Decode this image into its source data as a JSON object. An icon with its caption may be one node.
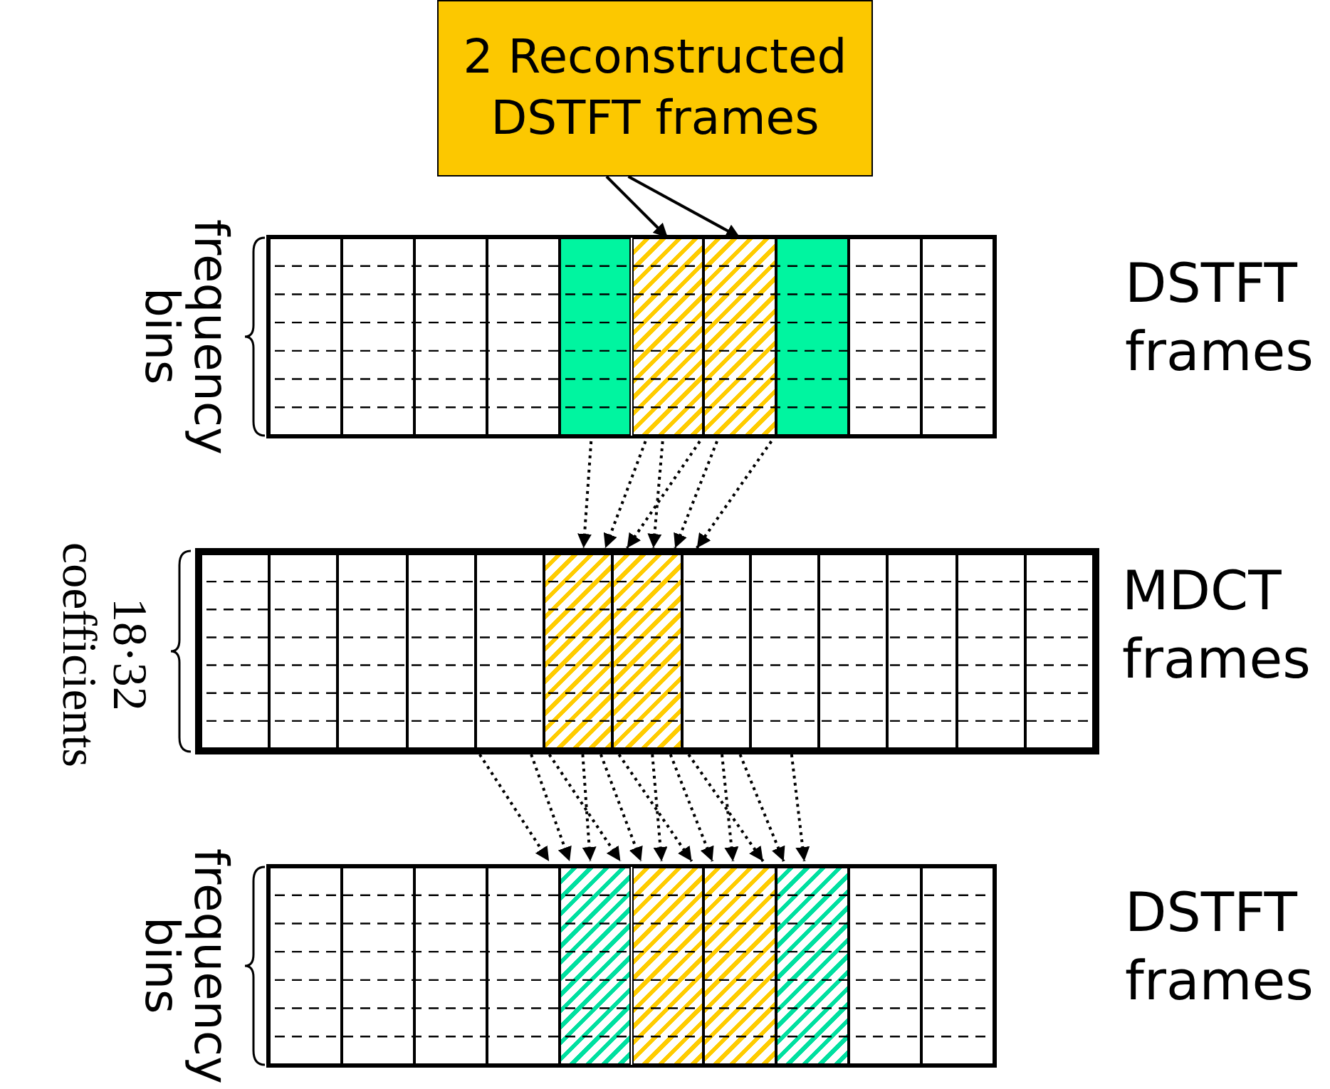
{
  "diagram": {
    "nodes": [
      {
        "text": [
          "2 Reconstructed DSTFT frames"
        ]
      },
      {
        "text": [],
        "shape": "box",
        "beside": [
          "frequency bins",
          "DSTFT frames"
        ]
      },
      {
        "text": [],
        "shape": "bar",
        "in": 1
      },
      {
        "text": [],
        "shape": "bar",
        "in": 1
      },
      {
        "text": [],
        "shape": "bar",
        "in": 1
      },
      {
        "text": [],
        "shape": "bar",
        "in": 1
      },
      {
        "text": [],
        "shape": "bar",
        "in": 1
      },
      {
        "text": [],
        "shape": "bar",
        "in": 1
      },
      {
        "text": [],
        "shape": "bar",
        "in": 1
      },
      {
        "text": [],
        "shape": "bar",
        "in": 1
      },
      {
        "text": [],
        "shape": "bar",
        "in": 1
      },
      {
        "text": [],
        "shape": "bar",
        "in": 1
      },
      {
        "text": [],
        "shape": "box",
        "beside": [
          "18·32 coefficients",
          "MDCT frames"
        ]
      },
      {
        "text": [],
        "shape": "bar",
        "in": 12
      },
      {
        "text": [],
        "shape": "bar",
        "in": 12
      },
      {
        "text": [],
        "shape": "bar",
        "in": 12
      },
      {
        "text": [],
        "shape": "bar",
        "in": 12
      },
      {
        "text": [],
        "shape": "bar",
        "in": 12
      },
      {
        "text": [],
        "shape": "bar",
        "in": 12
      },
      {
        "text": [],
        "shape": "bar",
        "in": 12
      },
      {
        "text": [],
        "shape": "bar",
        "in": 12
      },
      {
        "text": [],
        "shape": "bar",
        "in": 12
      },
      {
        "text": [],
        "shape": "bar",
        "in": 12
      },
      {
        "text": [],
        "shape": "bar",
        "in": 12
      },
      {
        "text": [],
        "shape": "bar",
        "in": 12
      },
      {
        "text": [],
        "shape": "bar",
        "in": 12
      },
      {
        "text": [],
        "shape": "box",
        "beside": [
          "frequency bins",
          "DSTFT frames"
        ]
      },
      {
        "text": [],
        "shape": "bar",
        "in": 26
      },
      {
        "text": [],
        "shape": "bar",
        "in": 26
      },
      {
        "text": [],
        "shape": "bar",
        "in": 26
      },
      {
        "text": [],
        "shape": "bar",
        "in": 26
      },
      {
        "text": [],
        "shape": "bar",
        "in": 26
      },
      {
        "text": [],
        "shape": "bar",
        "in": 26
      },
      {
        "text": [],
        "shape": "bar",
        "in": 26
      },
      {
        "text": [],
        "shape": "bar",
        "in": 26
      },
      {
        "text": [],
        "shape": "bar",
        "in": 26
      },
      {
        "text": [],
        "shape": "bar",
        "in": 26
      }
    ],
    "edges": [
      {
        "from": 0,
        "to": 7,
        "arrow": "to"
      },
      {
        "from": 0,
        "to": 8,
        "arrow": "to"
      },
      {
        "from": 6,
        "to": 18,
        "arrow": "to",
        "style": "dashed"
      },
      {
        "from": 7,
        "to": 18,
        "arrow": "to",
        "style": "dashed"
      },
      {
        "from": 7,
        "to": 19,
        "arrow": "to",
        "style": "dashed"
      },
      {
        "from": 8,
        "to": 18,
        "arrow": "to",
        "style": "dashed"
      },
      {
        "from": 8,
        "to": 19,
        "arrow": "to",
        "style": "dashed"
      },
      {
        "from": 9,
        "to": 19,
        "arrow": "to",
        "style": "dashed"
      },
      {
        "from": 16,
        "to": 31,
        "arrow": "to",
        "style": "dashed"
      },
      {
        "from": 17,
        "to": 31,
        "arrow": "to",
        "style": "dashed"
      },
      {
        "from": 17,
        "to": 32,
        "arrow": "to",
        "style": "dashed"
      },
      {
        "from": 18,
        "to": 31,
        "arrow": "to",
        "style": "dashed"
      },
      {
        "from": 18,
        "to": 32,
        "arrow": "to",
        "style": "dashed"
      },
      {
        "from": 18,
        "to": 33,
        "arrow": "to",
        "style": "dashed"
      },
      {
        "from": 19,
        "to": 32,
        "arrow": "to",
        "style": "dashed"
      },
      {
        "from": 19,
        "to": 33,
        "arrow": "to",
        "style": "dashed"
      },
      {
        "from": 19,
        "to": 34,
        "arrow": "to",
        "style": "dashed"
      },
      {
        "from": 20,
        "to": 33,
        "arrow": "to",
        "style": "dashed"
      },
      {
        "from": 20,
        "to": 34,
        "arrow": "to",
        "style": "dashed"
      },
      {
        "from": 21,
        "to": 34,
        "arrow": "to",
        "style": "dashed"
      }
    ]
  }
}
